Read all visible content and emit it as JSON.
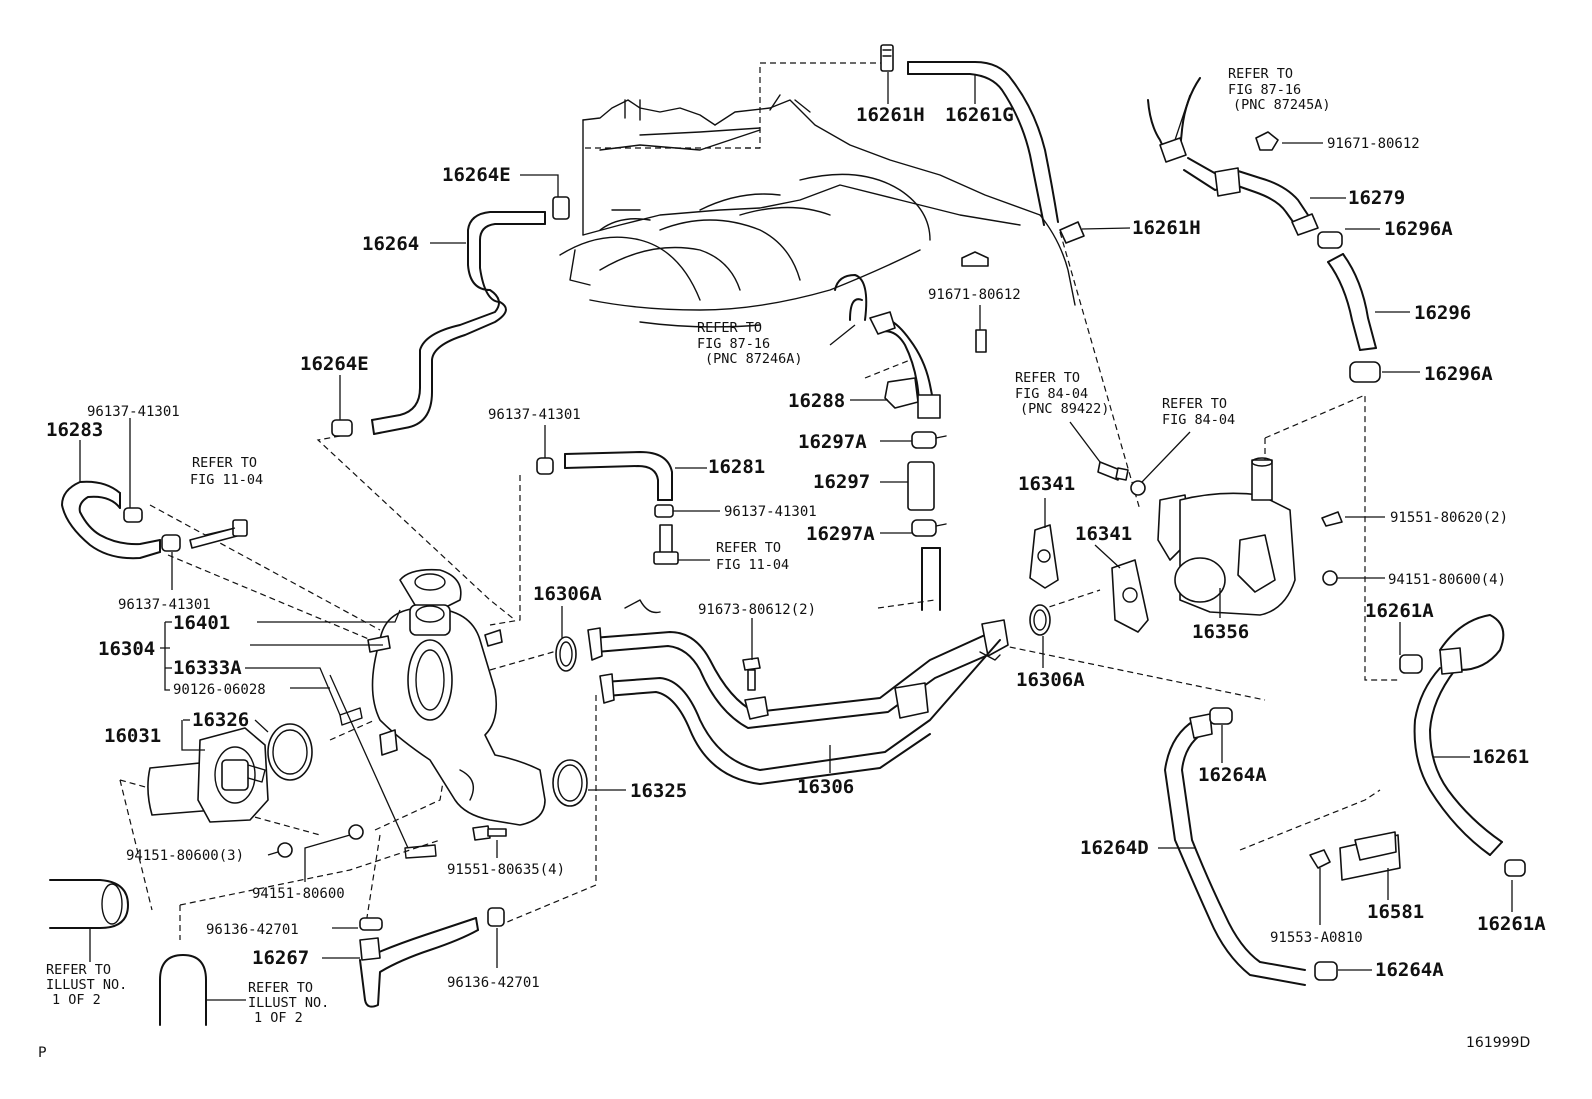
{
  "diagram": {
    "labels": {
      "p16261H_top": "16261H",
      "p16261G": "16261G",
      "p16264E_top": "16264E",
      "p16264": "16264",
      "p16264E_left": "16264E",
      "p96137_41301_a": "96137-41301",
      "p16283": "16283",
      "p96137_41301_b": "96137-41301",
      "p16281": "16281",
      "p96137_41301_c": "96137-41301",
      "p96137_41301_d": "96137-41301",
      "p16288": "16288",
      "p16297A_top": "16297A",
      "p16297": "16297",
      "p16297A_bot": "16297A",
      "p91671_80612_mid": "91671-80612",
      "p16261H_right": "16261H",
      "p91671_80612_right": "91671-80612",
      "p16279": "16279",
      "p16296A_top": "16296A",
      "p16296": "16296",
      "p16296A_bot": "16296A",
      "p16341_a": "16341",
      "p16341_b": "16341",
      "p16356": "16356",
      "p91551_80620": "91551-80620(2)",
      "p94151_80600_4": "94151-80600(4)",
      "p16261A_top": "16261A",
      "p16261": "16261",
      "p16261A_bot": "16261A",
      "p16306A_left": "16306A",
      "p16306A_right": "16306A",
      "p91673_80612": "91673-80612(2)",
      "p16306": "16306",
      "p16325": "16325",
      "p16304": "16304",
      "p16401": "16401",
      "p16333A": "16333A",
      "p90126_06028": "90126-06028",
      "p16031": "16031",
      "p16326": "16326",
      "p94151_80600_3": "94151-80600(3)",
      "p94151_80600": "94151-80600",
      "p91551_80635": "91551-80635(4)",
      "p96136_42701_a": "96136-42701",
      "p16267": "16267",
      "p96136_42701_b": "96136-42701",
      "p16264A_top": "16264A",
      "p16264D": "16264D",
      "p16581": "16581",
      "p91553_A0810": "91553-A0810",
      "p16264A_bot": "16264A"
    },
    "refs": {
      "fig87_16_a": [
        "REFER TO",
        "FIG 87-16",
        "(PNC 87246A)"
      ],
      "fig87_16_b": [
        "REFER TO",
        "FIG 87-16",
        "(PNC 87245A)"
      ],
      "fig84_04_a": [
        "REFER TO",
        "FIG 84-04",
        "(PNC 89422)"
      ],
      "fig84_04_b": [
        "REFER TO",
        "FIG 84-04"
      ],
      "fig11_04_a": [
        "REFER TO",
        "FIG 11-04"
      ],
      "fig11_04_b": [
        "REFER TO",
        "FIG 11-04"
      ],
      "illust_a": [
        "REFER TO",
        "ILLUST NO.",
        "1 OF 2"
      ],
      "illust_b": [
        "REFER TO",
        "ILLUST NO.",
        "1 OF 2"
      ]
    },
    "corner_left": "P",
    "corner_right": "161999D"
  }
}
